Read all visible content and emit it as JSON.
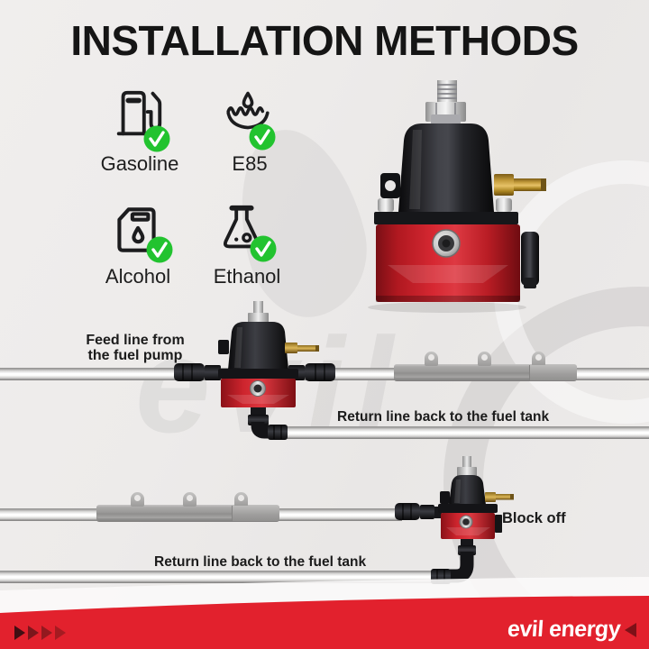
{
  "page": {
    "title": "INSTALLATION METHODS"
  },
  "fuel_types": {
    "check_color": "#22c32f",
    "items": [
      {
        "label": "Gasoline",
        "icon": "fuel-pump-icon"
      },
      {
        "label": "E85",
        "icon": "e85-water-icon"
      },
      {
        "label": "Alcohol",
        "icon": "alcohol-can-icon"
      },
      {
        "label": "Ethanol",
        "icon": "ethanol-flask-icon"
      }
    ]
  },
  "diagrams": {
    "middle": {
      "feed_label_line1": "Feed line from",
      "feed_label_line2": "the fuel pump",
      "return_label": "Return line back to the fuel tank"
    },
    "bottom": {
      "return_label": "Return line back to the fuel tank",
      "block_label": "Block off"
    }
  },
  "footer": {
    "brand": "evil energy"
  },
  "colors": {
    "background": "#edebea",
    "check_green": "#22c32f",
    "regulator_red": "#c62028",
    "band_red": "#e2212d"
  }
}
